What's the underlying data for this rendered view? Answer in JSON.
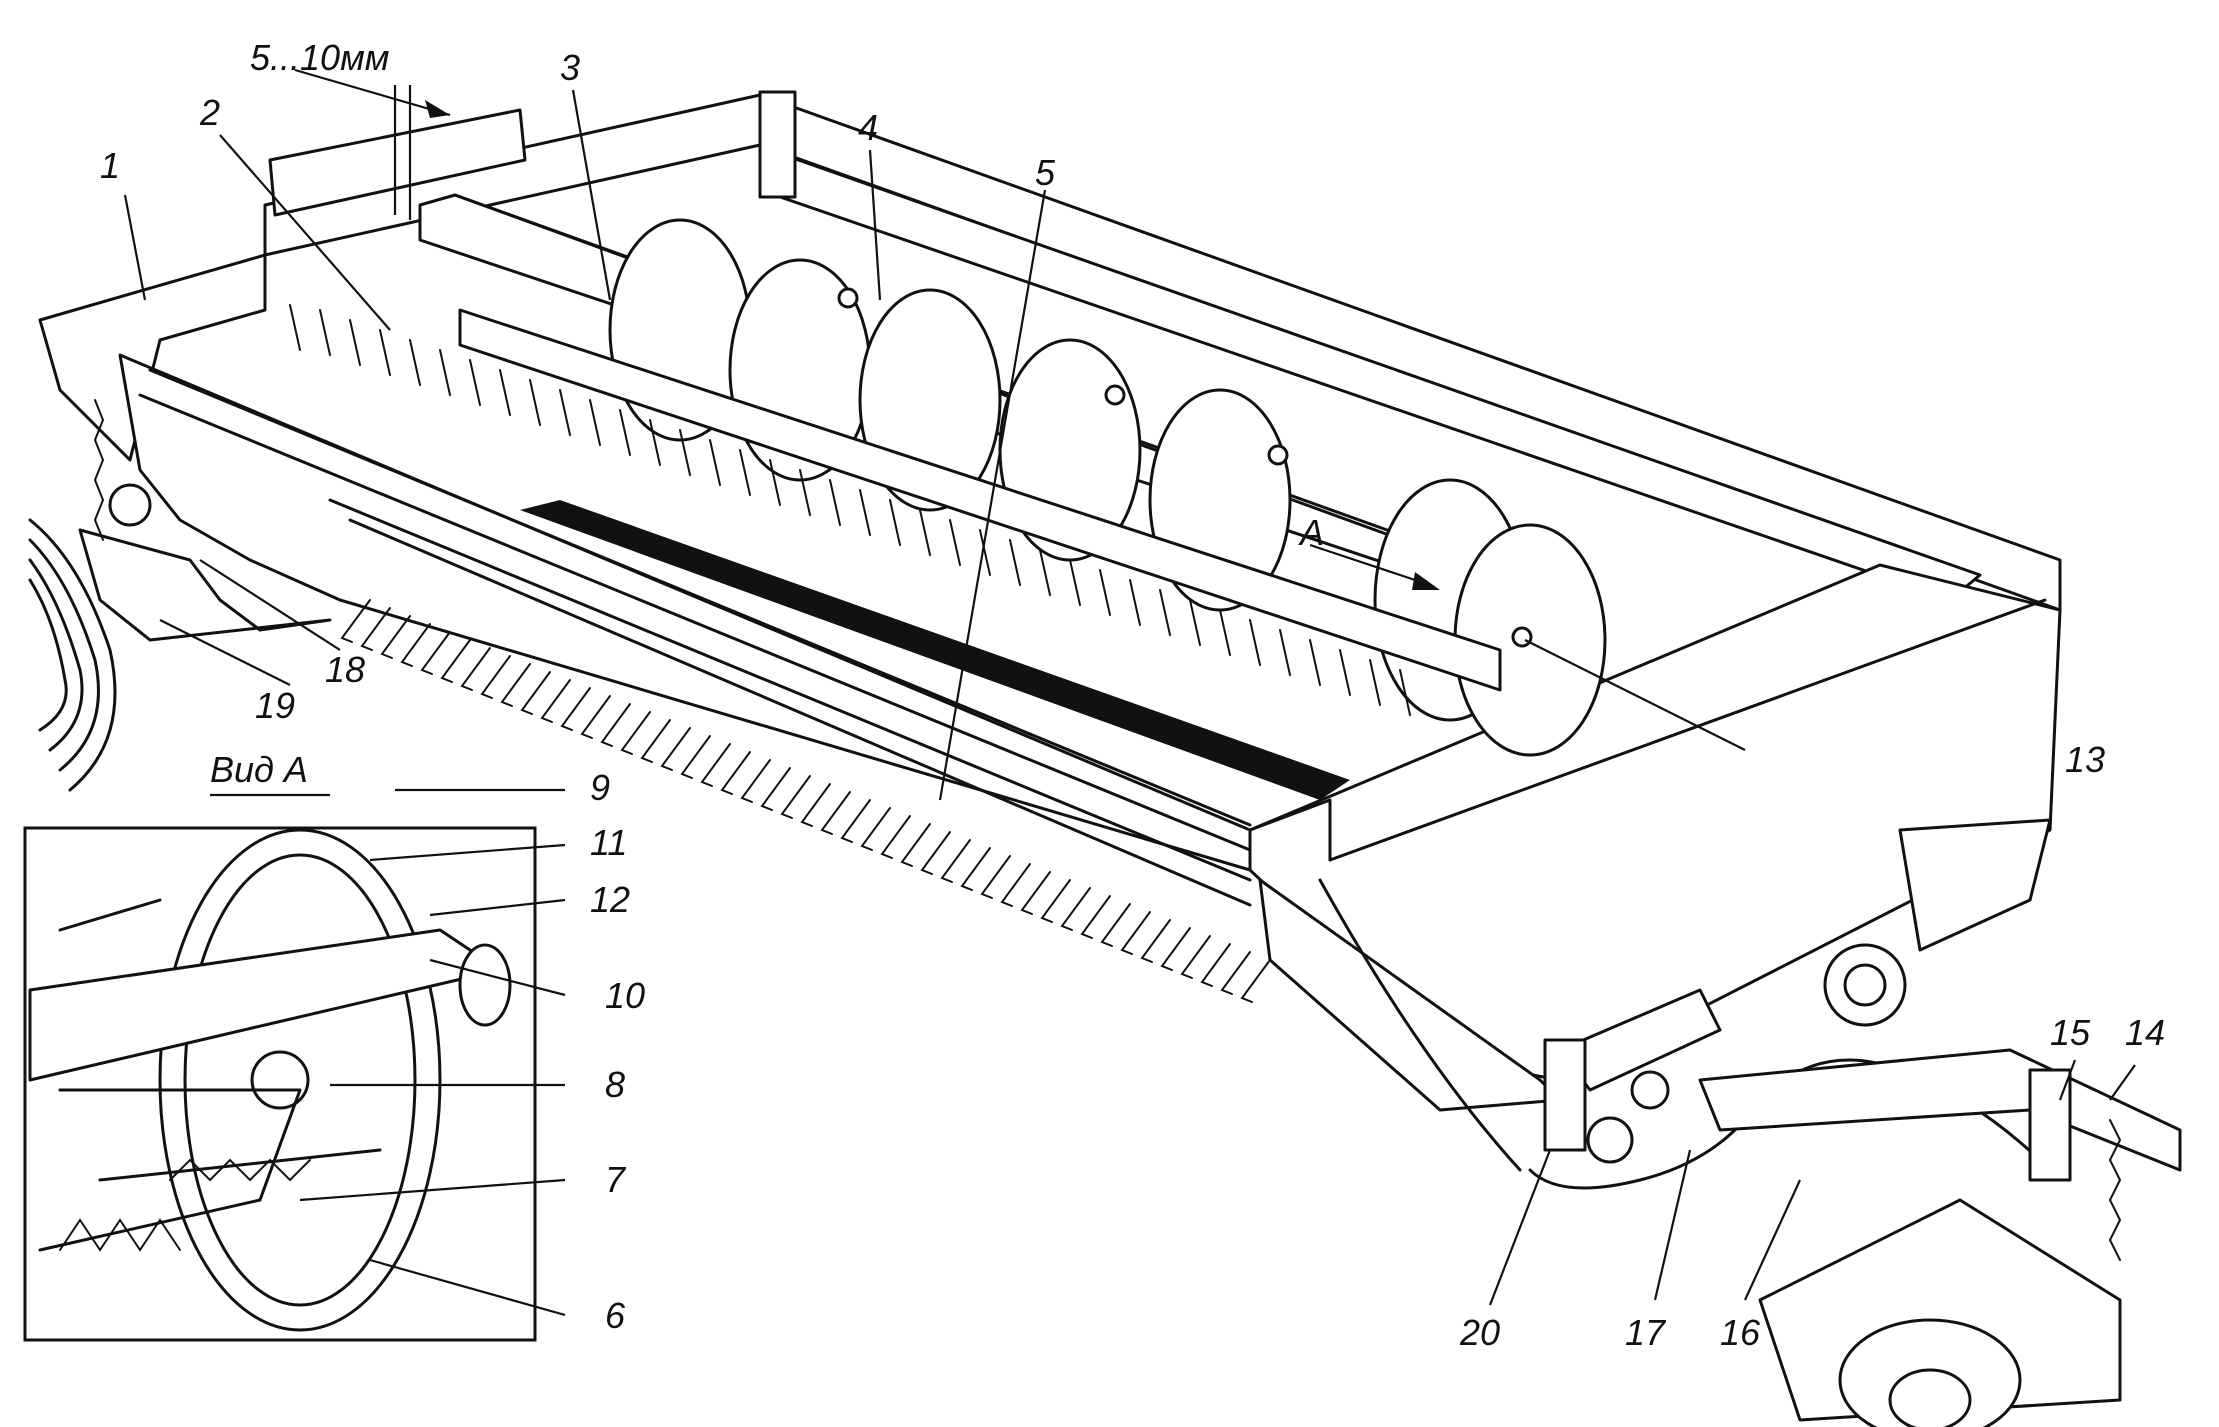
{
  "dimension_note": "5...10мм",
  "view_title": "Вид А",
  "flow_label": "А",
  "labels": {
    "l1": "1",
    "l2": "2",
    "l3": "3",
    "l4": "4",
    "l5": "5",
    "l6": "6",
    "l7": "7",
    "l8": "8",
    "l9": "9",
    "l10": "10",
    "l11": "11",
    "l12": "12",
    "l13": "13",
    "l14": "14",
    "l15": "15",
    "l16": "16",
    "l17": "17",
    "l18": "18",
    "l19": "19",
    "l20": "20"
  }
}
